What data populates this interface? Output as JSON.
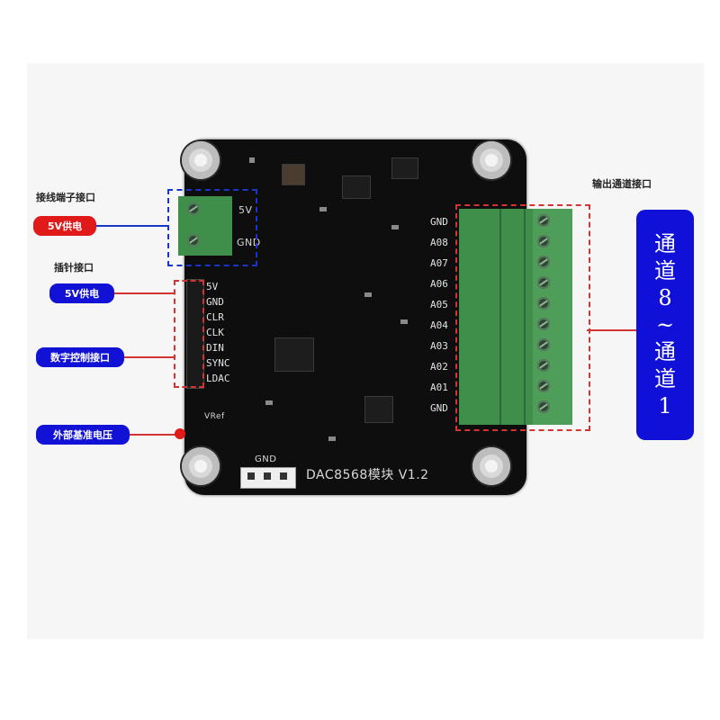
{
  "labels": {
    "terminal_port": "接线端子接口",
    "terminal_power": "5V供电",
    "pin_header_port": "插针接口",
    "pin_power": "5V供电",
    "digital_control": "数字控制接口",
    "external_ref": "外部基准电压",
    "output_port": "输出通道接口"
  },
  "side_badge": {
    "line1": "通",
    "line2": "道",
    "line3": "8",
    "line4": "~",
    "line5": "通",
    "line6": "道",
    "line7": "1"
  },
  "board": {
    "title": "DAC8568模块 V1.2",
    "terminal_pins": [
      "5V",
      "GND"
    ],
    "header_pins": [
      "5V",
      "GND",
      "CLR",
      "CLK",
      "DIN",
      "SYNC",
      "LDAC"
    ],
    "output_pins": [
      "GND",
      "A08",
      "A07",
      "A06",
      "A05",
      "A04",
      "A03",
      "A02",
      "A01",
      "GND"
    ],
    "bottom_label": "GND",
    "vref_label": "VRef"
  },
  "colors": {
    "red": "#e01919",
    "blue": "#1212d6",
    "pcb": "#0e0e0e",
    "terminal_green": "#3f8e4a"
  }
}
